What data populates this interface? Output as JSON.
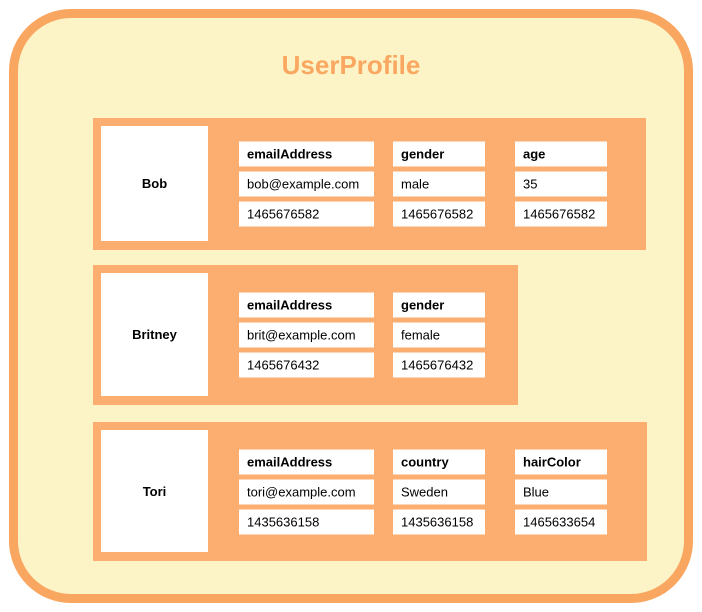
{
  "title": "UserProfile",
  "colors": {
    "band": "#FBAE6F",
    "border": "#F9A660",
    "fill": "#FCF3C6",
    "title": "#FAA861",
    "box": "#FFFFFF",
    "text": "#000000"
  },
  "rows": [
    {
      "key": "Bob",
      "columns": [
        {
          "name": "emailAddress",
          "value": "bob@example.com",
          "timestamp": "1465676582"
        },
        {
          "name": "gender",
          "value": "male",
          "timestamp": "1465676582"
        },
        {
          "name": "age",
          "value": "35",
          "timestamp": "1465676582"
        }
      ]
    },
    {
      "key": "Britney",
      "columns": [
        {
          "name": "emailAddress",
          "value": "brit@example.com",
          "timestamp": "1465676432"
        },
        {
          "name": "gender",
          "value": "female",
          "timestamp": "1465676432"
        }
      ]
    },
    {
      "key": "Tori",
      "columns": [
        {
          "name": "emailAddress",
          "value": "tori@example.com",
          "timestamp": "1435636158"
        },
        {
          "name": "country",
          "value": "Sweden",
          "timestamp": "1435636158"
        },
        {
          "name": "hairColor",
          "value": "Blue",
          "timestamp": "1465633654"
        }
      ]
    }
  ]
}
